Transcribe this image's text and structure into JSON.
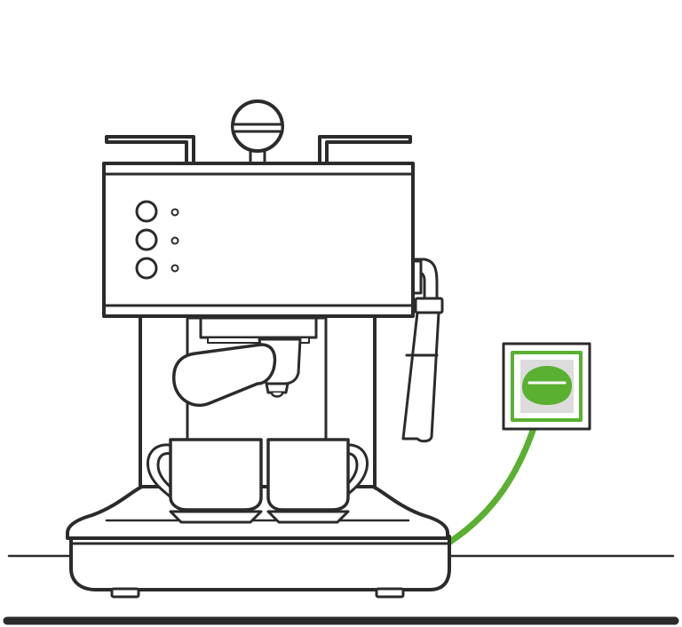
{
  "illustration": {
    "colors": {
      "outline": "#2b2b2b",
      "fill": "#ffffff",
      "accent": "#5ab030",
      "shadow": "#dcdcdc"
    },
    "icons": [
      "espresso-machine-icon",
      "power-socket-icon",
      "power-cord-icon"
    ],
    "machine": {
      "control_buttons": 3,
      "indicator_lights": 3,
      "cups": 2
    },
    "socket": {
      "status": "plugged-in"
    }
  }
}
